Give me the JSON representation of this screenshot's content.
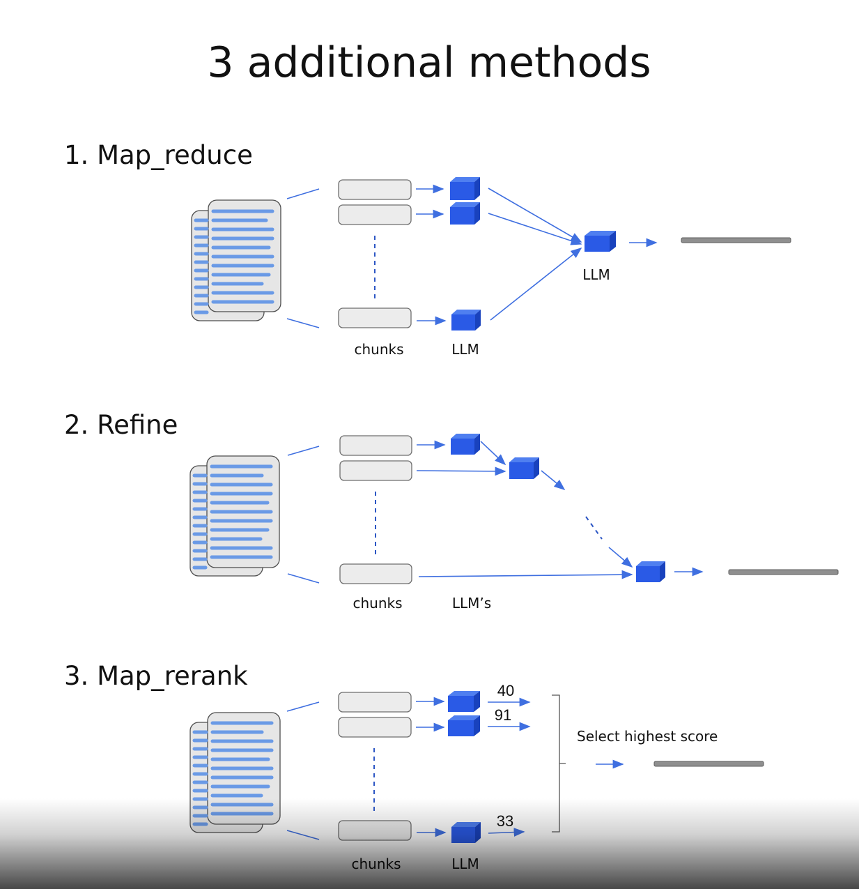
{
  "title": "3 additional methods",
  "sections": [
    {
      "heading": "1. Map_reduce",
      "labels": {
        "chunks": "chunks",
        "llm": "LLM",
        "final_llm": "LLM"
      }
    },
    {
      "heading": "2. Refine",
      "labels": {
        "chunks": "chunks",
        "llm": "LLM’s"
      }
    },
    {
      "heading": "3. Map_rerank",
      "labels": {
        "chunks": "chunks",
        "llm": "LLM",
        "select": "Select highest score"
      },
      "scores": [
        "40",
        "91",
        "33"
      ]
    }
  ],
  "colors": {
    "accent": "#2a5ae6",
    "text_lines": "#6a9ae6",
    "output_bar": "#8f8f8f"
  }
}
